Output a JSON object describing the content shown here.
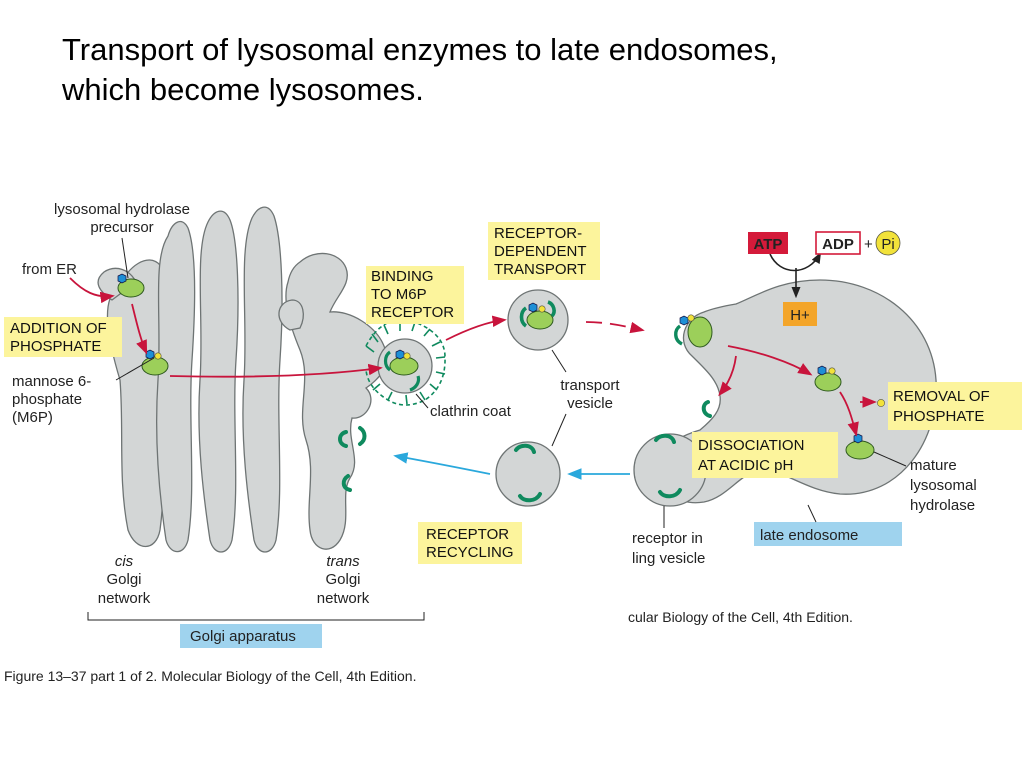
{
  "slide": {
    "title_line1": "Transport of lysosomal enzymes to late endosomes,",
    "title_line2": "which become lysosomes."
  },
  "labels": {
    "lysosomal_hydrolase_precursor": [
      "lysosomal hydrolase",
      "precursor"
    ],
    "from_er": "from ER",
    "mannose_6_phosphate": [
      "mannose 6-",
      "phosphate",
      "(M6P)"
    ],
    "clathrin_coat": "clathrin coat",
    "transport_vesicle": [
      "transport",
      "vesicle"
    ],
    "cis_golgi_network": [
      "cis",
      "Golgi",
      "network"
    ],
    "trans_golgi_network": [
      "trans",
      "Golgi",
      "network"
    ],
    "receptor_in_budding_vesicle": [
      "receptor in",
      "ling vesicle"
    ],
    "mature_lysosomal_hydrolase": [
      "mature",
      "lysosomal",
      "hydrolase"
    ],
    "atp": "ATP",
    "adp": "ADP",
    "plus": "+",
    "pi": "Pi",
    "h_plus": "H+"
  },
  "boxes": {
    "addition_of_phosphate": [
      "ADDITION OF",
      "PHOSPHATE"
    ],
    "binding_to_m6p_receptor": [
      "BINDING",
      "TO M6P",
      "RECEPTOR"
    ],
    "receptor_dependent_transport": [
      "RECEPTOR-",
      "DEPENDENT",
      "TRANSPORT"
    ],
    "receptor_recycling": [
      "RECEPTOR",
      "RECYCLING"
    ],
    "dissociation_at_acidic_ph": [
      "DISSOCIATION",
      "AT ACIDIC pH"
    ],
    "removal_of_phosphate": [
      "REMOVAL OF",
      "PHOSPHATE"
    ],
    "late_endosome": "late endosome",
    "golgi_apparatus": "Golgi apparatus"
  },
  "captions": {
    "figure_caption": "Figure 13–37 part 1 of 2. Molecular Biology of the Cell, 4th Edition.",
    "partial_caption": "cular Biology of the Cell, 4th Edition."
  },
  "colors": {
    "membrane_fill": "#d3d6d6",
    "membrane_stroke": "#6e7474",
    "label_box_yellow": "#fcf49c",
    "label_box_blue": "#9fd3ee",
    "forward_arrow_red": "#c8143c",
    "recycle_arrow_blue": "#2aa8dc",
    "receptor_green": "#0f8a5e",
    "enzyme_green": "#9ccf5a",
    "hexagon_blue": "#1e8fd6",
    "phosphate_yellow": "#f2e23a",
    "atp_red": "#d41a3a",
    "h_plus_orange": "#f3a52a"
  }
}
